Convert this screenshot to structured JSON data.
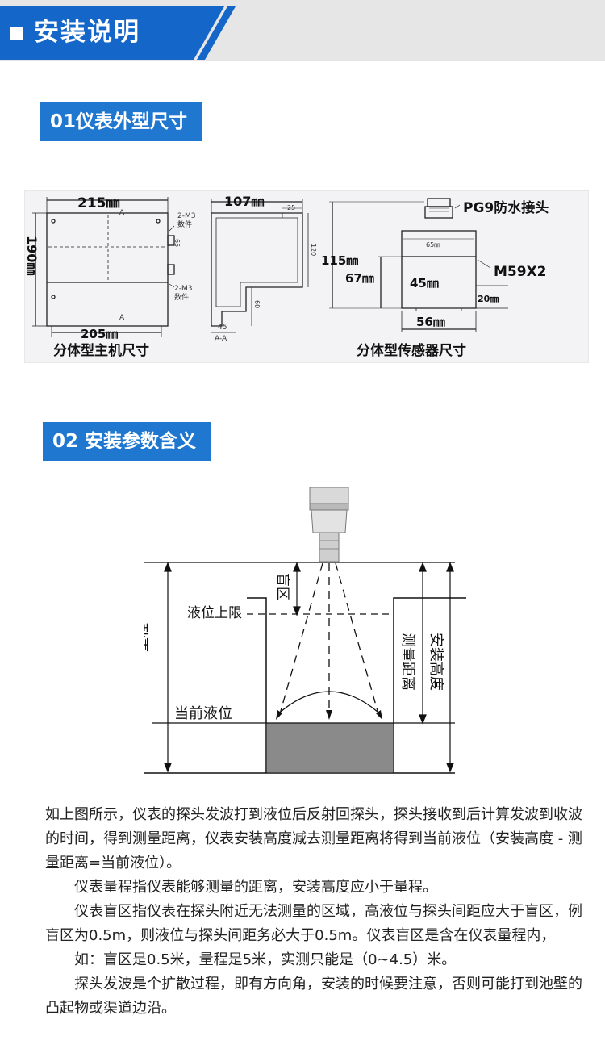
{
  "header": {
    "title": "安装说明",
    "band_color": "#1466c8",
    "bg_color": "#e6e6e6"
  },
  "sections": [
    {
      "label": "01仪表外型尺寸"
    },
    {
      "label": "02 安装参数含义"
    }
  ],
  "host_dims": {
    "width_top": "215㎜",
    "width_bottom": "205㎜",
    "height_left": "190㎜",
    "depth": "107㎜",
    "depth_small": "25",
    "hole_label_1": "2-M3",
    "hole_sub_1": "数件",
    "hole_label_2": "2-M3",
    "hole_sub_2": "数件",
    "inner_height": "65",
    "side_height": "120",
    "side_small_h": "60",
    "bottom_width": "45",
    "section_marker_1": "A",
    "section_marker_2": "A",
    "section_view": "A-A",
    "caption": "分体型主机尺寸"
  },
  "sensor_dims": {
    "connector": "PG9防水接头",
    "top_width": "65㎜",
    "height_total": "115㎜",
    "height_body": "67㎜",
    "inner_height": "45㎜",
    "thread": "M59X2",
    "thread_h": "20㎜",
    "bottom_width": "56㎜",
    "caption": "分体型传感器尺寸"
  },
  "install_diagram": {
    "blind_zone": "盲区",
    "upper_limit": "液位上限",
    "range": "量程",
    "current_level": "当前液位",
    "measure_distance": "测量距离",
    "install_height": "安装高度",
    "liquid_color": "#8a8a8a"
  },
  "description": [
    "如上图所示，仪表的探头发波打到液位后反射回探头，探头接收到后计算发波到收波的时间，得到测量距离，仪表安装高度减去测量距离将得到当前液位（安装高度 - 测量距离=当前液位）。",
    "仪表量程指仪表能够测量的距离，安装高度应小于量程。",
    "仪表盲区指仪表在探头附近无法测量的区域，高液位与探头间距应大于盲区，例盲区为0.5m，则液位与探头间距务必大于0.5m。仪表盲区是含在仪表量程内，",
    "如：盲区是0.5米，量程是5米，实测只能是（0~4.5）米。",
    "探头发波是个扩散过程，即有方向角，安装的时候要注意，否则可能打到池壁的凸起物或渠道边沿。"
  ]
}
